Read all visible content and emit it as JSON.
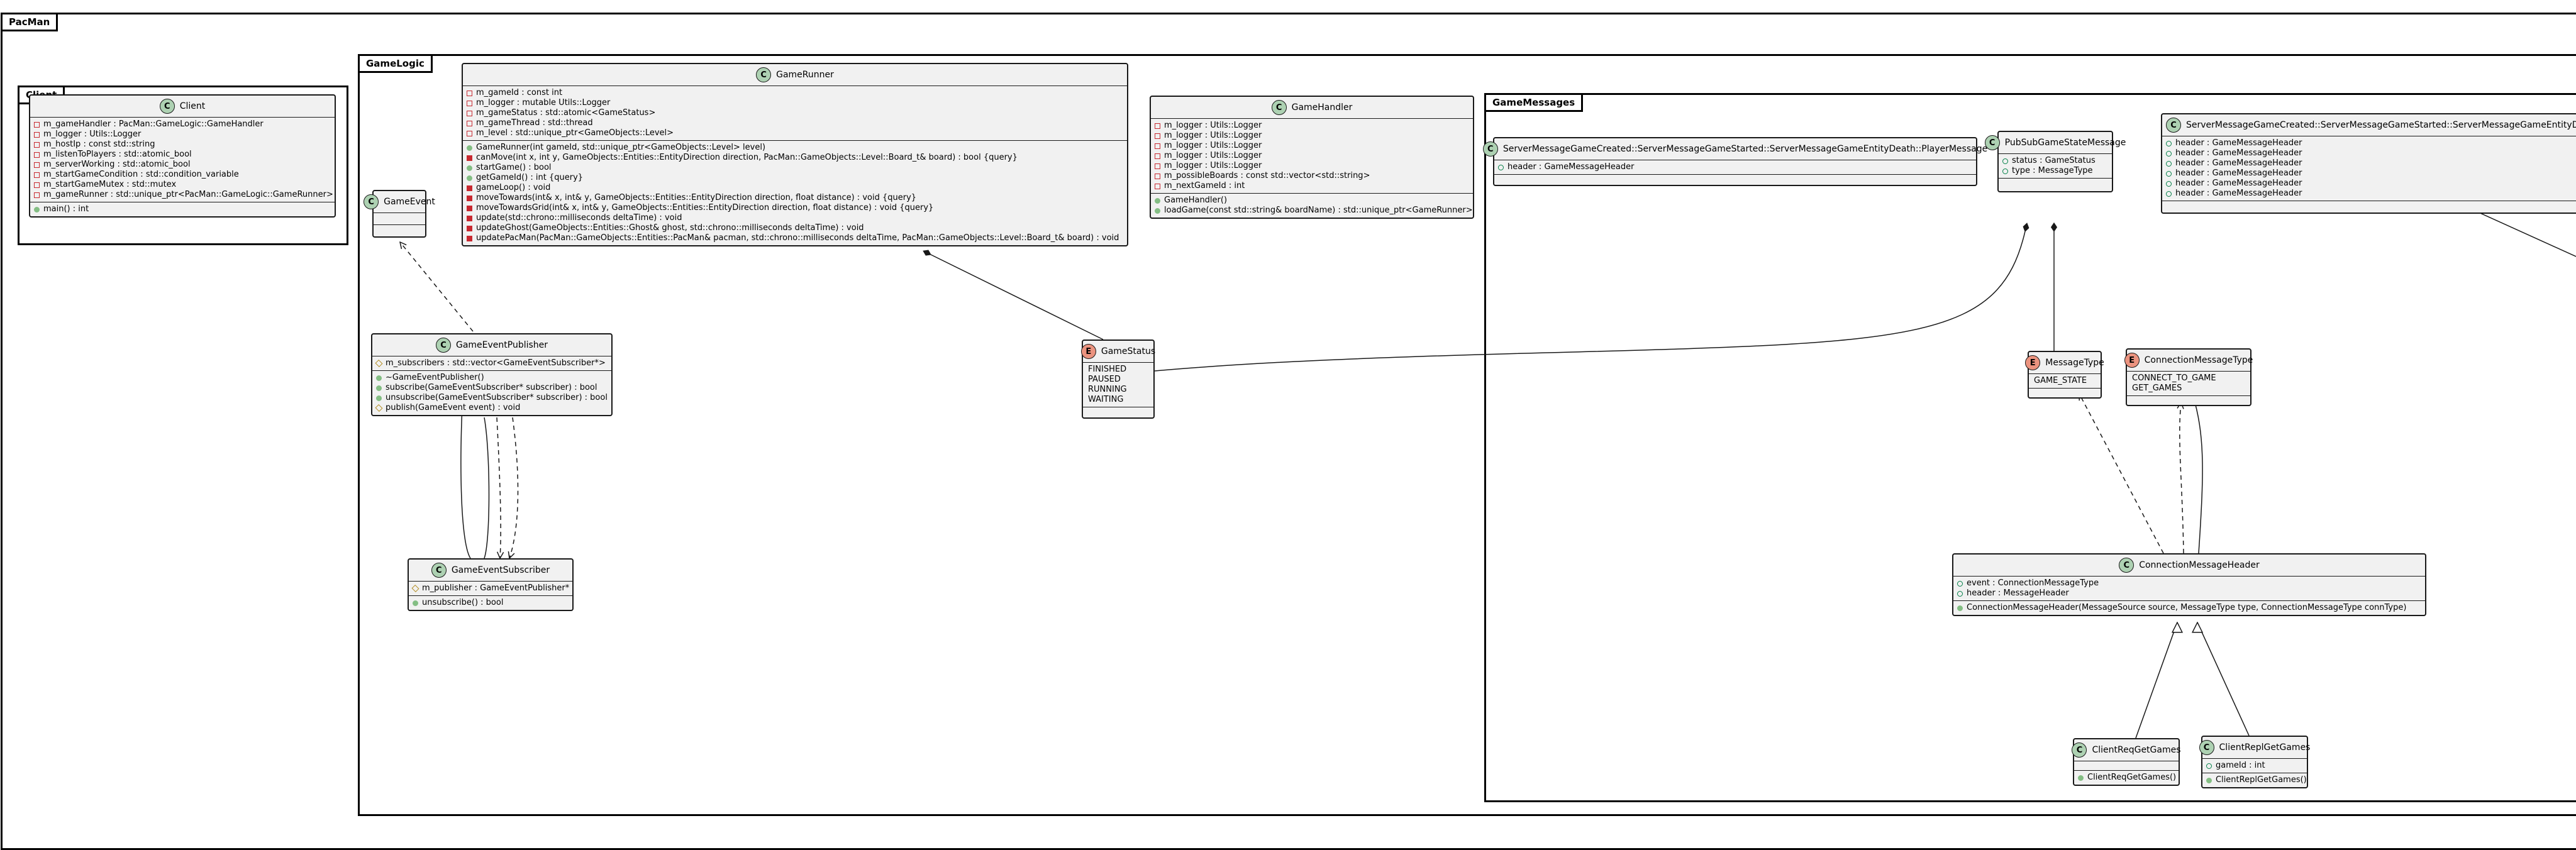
{
  "packages": {
    "pacman": "PacMan",
    "client": "Client",
    "gamelogic": "GameLogic",
    "gamemessages": "GameMessages"
  },
  "classes": {
    "client": {
      "name": "Client",
      "kind": "C",
      "fields": [
        {
          "vis": "priv",
          "text": "m_gameHandler : PacMan::GameLogic::GameHandler"
        },
        {
          "vis": "priv",
          "text": "m_logger : Utils::Logger"
        },
        {
          "vis": "priv",
          "text": "m_hostIp : const std::string"
        },
        {
          "vis": "priv",
          "text": "m_listenToPlayers : std::atomic_bool"
        },
        {
          "vis": "priv",
          "text": "m_serverWorking : std::atomic_bool"
        },
        {
          "vis": "priv",
          "text": "m_startGameCondition : std::condition_variable"
        },
        {
          "vis": "priv",
          "text": "m_startGameMutex : std::mutex"
        },
        {
          "vis": "priv",
          "text": "m_gameRunner : std::unique_ptr<PacMan::GameLogic::GameRunner>"
        }
      ],
      "methods": [
        {
          "vis": "pub-f",
          "text": "main() : int"
        }
      ]
    },
    "gameevent": {
      "name": "GameEvent",
      "kind": "C",
      "fields": [],
      "methods": []
    },
    "gamerunner": {
      "name": "GameRunner",
      "kind": "C",
      "fields": [
        {
          "vis": "priv",
          "text": "m_gameId : const int"
        },
        {
          "vis": "priv",
          "text": "m_logger : mutable Utils::Logger"
        },
        {
          "vis": "priv",
          "text": "m_gameStatus : std::atomic<GameStatus>"
        },
        {
          "vis": "priv",
          "text": "m_gameThread : std::thread"
        },
        {
          "vis": "priv",
          "text": "m_level : std::unique_ptr<GameObjects::Level>"
        }
      ],
      "methods": [
        {
          "vis": "pub-f",
          "text": "GameRunner(int gameId, std::unique_ptr<GameObjects::Level> level)"
        },
        {
          "vis": "priv-f",
          "text": "canMove(int x, int y, GameObjects::Entities::EntityDirection direction, PacMan::GameObjects::Level::Board_t& board) : bool {query}"
        },
        {
          "vis": "pub-f",
          "text": "startGame() : bool"
        },
        {
          "vis": "pub-f",
          "text": "getGameId() : int {query}"
        },
        {
          "vis": "priv-f",
          "text": "gameLoop() : void"
        },
        {
          "vis": "priv-f",
          "text": "moveTowards(int& x, int& y, GameObjects::Entities::EntityDirection direction, float distance) : void {query}"
        },
        {
          "vis": "priv-f",
          "text": "moveTowardsGrid(int& x, int& y, GameObjects::Entities::EntityDirection direction, float distance) : void {query}"
        },
        {
          "vis": "priv-f",
          "text": "update(std::chrono::milliseconds deltaTime) : void"
        },
        {
          "vis": "priv-f",
          "text": "updateGhost(GameObjects::Entities::Ghost& ghost, std::chrono::milliseconds deltaTime) : void"
        },
        {
          "vis": "priv-f",
          "text": "updatePacMan(PacMan::GameObjects::Entities::PacMan& pacman, std::chrono::milliseconds deltaTime, PacMan::GameObjects::Level::Board_t& board) : void"
        }
      ]
    },
    "gamehandler": {
      "name": "GameHandler",
      "kind": "C",
      "fields": [
        {
          "vis": "priv",
          "text": "m_logger : Utils::Logger"
        },
        {
          "vis": "priv",
          "text": "m_logger : Utils::Logger"
        },
        {
          "vis": "priv",
          "text": "m_logger : Utils::Logger"
        },
        {
          "vis": "priv",
          "text": "m_logger : Utils::Logger"
        },
        {
          "vis": "priv",
          "text": "m_logger : Utils::Logger"
        },
        {
          "vis": "priv",
          "text": "m_possibleBoards : const std::vector<std::string>"
        },
        {
          "vis": "priv",
          "text": "m_nextGameId : int"
        }
      ],
      "methods": [
        {
          "vis": "pub-f",
          "text": "GameHandler()"
        },
        {
          "vis": "pub-f",
          "text": "loadGame(const std::string& boardName) : std::unique_ptr<GameRunner>"
        }
      ]
    },
    "gameeventpublisher": {
      "name": "GameEventPublisher",
      "kind": "C",
      "fields": [
        {
          "vis": "prot",
          "text": "m_subscribers : std::vector<GameEventSubscriber*>"
        }
      ],
      "methods": [
        {
          "vis": "pub-f",
          "text": "~GameEventPublisher()"
        },
        {
          "vis": "pub-f",
          "text": "subscribe(GameEventSubscriber* subscriber) : bool"
        },
        {
          "vis": "pub-f",
          "text": "unsubscribe(GameEventSubscriber* subscriber) : bool"
        },
        {
          "vis": "prot",
          "text": "publish(GameEvent event) : void"
        }
      ]
    },
    "gameeventsubscriber": {
      "name": "GameEventSubscriber",
      "kind": "C",
      "fields": [
        {
          "vis": "prot",
          "text": "m_publisher : GameEventPublisher*"
        }
      ],
      "methods": [
        {
          "vis": "pub-f",
          "text": "unsubscribe() : bool"
        }
      ]
    },
    "gamestatus": {
      "name": "GameStatus",
      "kind": "E",
      "values": [
        "FINISHED",
        "PAUSED",
        "RUNNING",
        "WAITING"
      ]
    },
    "playermessage": {
      "name": "ServerMessageGameCreated::ServerMessageGameStarted::ServerMessageGameEntityDeath::PlayerMessage",
      "kind": "C",
      "fields": [
        {
          "vis": "pub",
          "text": "header : GameMessageHeader"
        }
      ],
      "methods": []
    },
    "pubsubgamestatemessage": {
      "name": "PubSubGameStateMessage",
      "kind": "C",
      "fields": [
        {
          "vis": "pub",
          "text": "status : GameStatus"
        },
        {
          "vis": "pub",
          "text": "type : MessageType"
        }
      ],
      "methods": []
    },
    "entitydeath": {
      "name": "ServerMessageGameCreated::ServerMessageGameStarted::ServerMessageGameEntityDeath",
      "kind": "C",
      "fields": [
        {
          "vis": "pub",
          "text": "header : GameMessageHeader"
        },
        {
          "vis": "pub",
          "text": "header : GameMessageHeader"
        },
        {
          "vis": "pub",
          "text": "header : GameMessageHeader"
        },
        {
          "vis": "pub",
          "text": "header : GameMessageHeader"
        },
        {
          "vis": "pub",
          "text": "header : GameMessageHeader"
        },
        {
          "vis": "pub",
          "text": "header : GameMessageHeader"
        }
      ],
      "methods": []
    },
    "messagetype": {
      "name": "MessageType",
      "kind": "E",
      "values": [
        "GAME_STATE"
      ]
    },
    "connectionmessagetype": {
      "name": "ConnectionMessageType",
      "kind": "E",
      "values": [
        "CONNECT_TO_GAME",
        "GET_GAMES"
      ]
    },
    "connectionmessageheader": {
      "name": "ConnectionMessageHeader",
      "kind": "C",
      "fields": [
        {
          "vis": "pub",
          "text": "event : ConnectionMessageType"
        },
        {
          "vis": "pub",
          "text": "header : MessageHeader"
        }
      ],
      "methods": [
        {
          "vis": "pub-f",
          "text": "ConnectionMessageHeader(MessageSource source, MessageType type, ConnectionMessageType connType)"
        }
      ]
    },
    "clientreqgetgames": {
      "name": "ClientReqGetGames",
      "kind": "C",
      "fields": [],
      "methods": [
        {
          "vis": "pub-f",
          "text": "ClientReqGetGames()"
        }
      ]
    },
    "clientreplgetgames": {
      "name": "ClientReplGetGames",
      "kind": "C",
      "fields": [
        {
          "vis": "pub",
          "text": "gameId : int"
        }
      ],
      "methods": [
        {
          "vis": "pub-f",
          "text": "ClientReplGetGames()"
        }
      ]
    }
  },
  "colors": {
    "class_bg": "#f1f1f1",
    "border": "#181818",
    "class_badge": "#add1b2",
    "enum_badge": "#eb937f",
    "private": "#c82930",
    "public": "#038048",
    "protected": "#b38d22"
  }
}
